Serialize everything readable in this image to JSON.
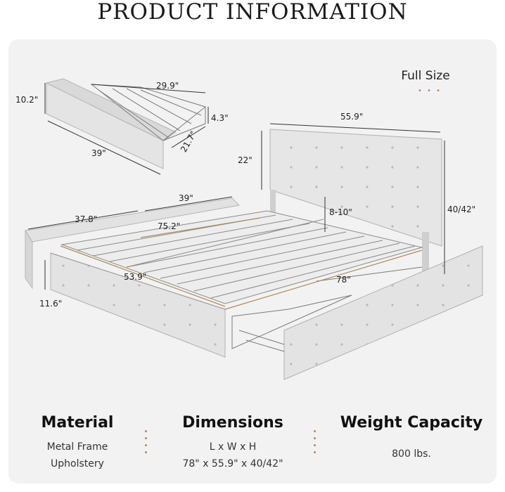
{
  "header": {
    "title": "PRODUCT INFORMATION"
  },
  "size_label": "Full Size",
  "dimension_labels": {
    "drawer_width": "29.9\"",
    "drawer_height": "10.2\"",
    "drawer_basket_height": "4.3\"",
    "drawer_depth": "21.7\"",
    "drawer_length": "39\"",
    "headboard_width": "55.9\"",
    "headboard_height": "22\"",
    "headboard_gap": "8-10\"",
    "total_height": "40/42\"",
    "side_rail_length": "39\"",
    "side_rail_rear": "37.8\"",
    "inner_length": "75.2\"",
    "inner_width": "53.9\"",
    "outer_length": "78\"",
    "frame_height": "11.6\""
  },
  "specs": {
    "material": {
      "title": "Material",
      "lines": [
        "Metal Frame",
        "Upholstery"
      ]
    },
    "dimensions": {
      "title": "Dimensions",
      "lines": [
        "L x W x H",
        "78\" x 55.9\" x 40/42\""
      ]
    },
    "weight": {
      "title": "Weight Capacity",
      "lines": [
        "800 lbs."
      ]
    }
  },
  "colors": {
    "accent": "#b08a5a",
    "panel": "#f2f2f2",
    "fabric": "#e3e3e3"
  }
}
